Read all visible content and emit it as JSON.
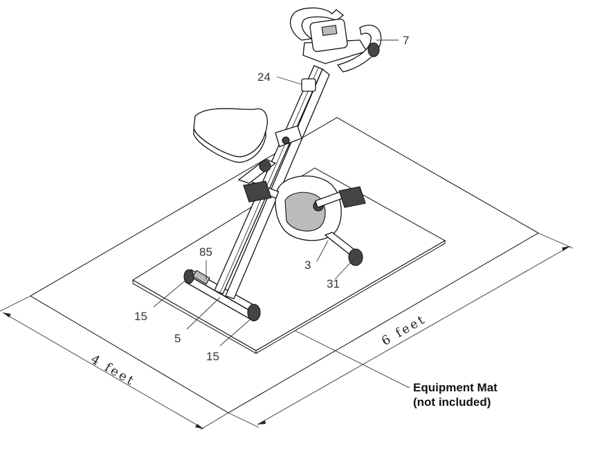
{
  "labels": {
    "p7": "7",
    "p24": "24",
    "p85": "85",
    "p3": "3",
    "p31": "31",
    "p15a": "15",
    "p5": "5",
    "p15b": "15"
  },
  "dimensions": {
    "width": "4 feet",
    "length": "6 feet"
  },
  "note": {
    "line1": "Equipment Mat",
    "line2": "(not included)"
  }
}
